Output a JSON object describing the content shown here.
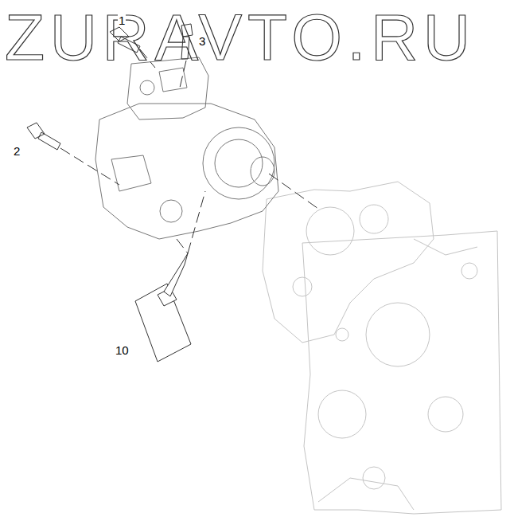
{
  "diagram": {
    "labels": [
      "ZURAVTO.RU",
      "1",
      "3",
      "2",
      "10"
    ]
  }
}
